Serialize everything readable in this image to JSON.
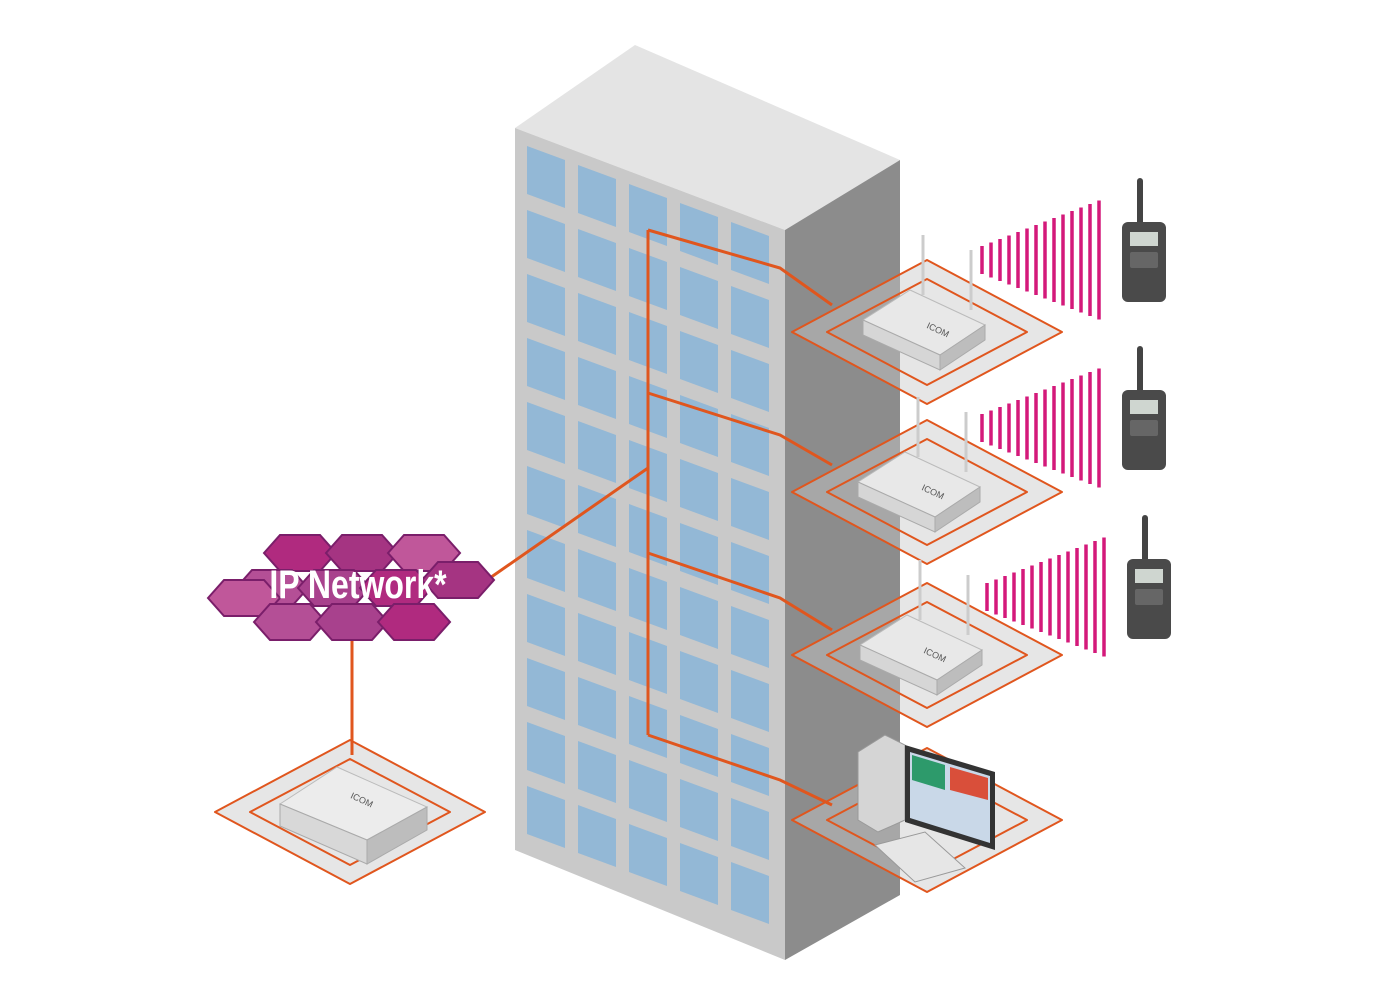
{
  "network_label": "IP Network*",
  "device_logo": "ICOM",
  "colors": {
    "link": "#e0561e",
    "network": "#b0307f",
    "radio_waves": "#d4197a",
    "window": "#93b8d6",
    "building_front": "#c9c9c9",
    "building_side": "#8c8c8c",
    "building_top": "#e4e4e4"
  },
  "nodes": [
    {
      "type": "access-point",
      "icon": "wireless-router-icon"
    },
    {
      "type": "access-point",
      "icon": "wireless-router-icon"
    },
    {
      "type": "access-point",
      "icon": "wireless-router-icon"
    },
    {
      "type": "pc",
      "icon": "desktop-computer-icon"
    },
    {
      "type": "gateway",
      "icon": "gateway-box-icon"
    }
  ],
  "handsets": [
    {
      "icon": "two-way-radio-icon"
    },
    {
      "icon": "two-way-radio-icon"
    },
    {
      "icon": "two-way-radio-icon"
    }
  ]
}
